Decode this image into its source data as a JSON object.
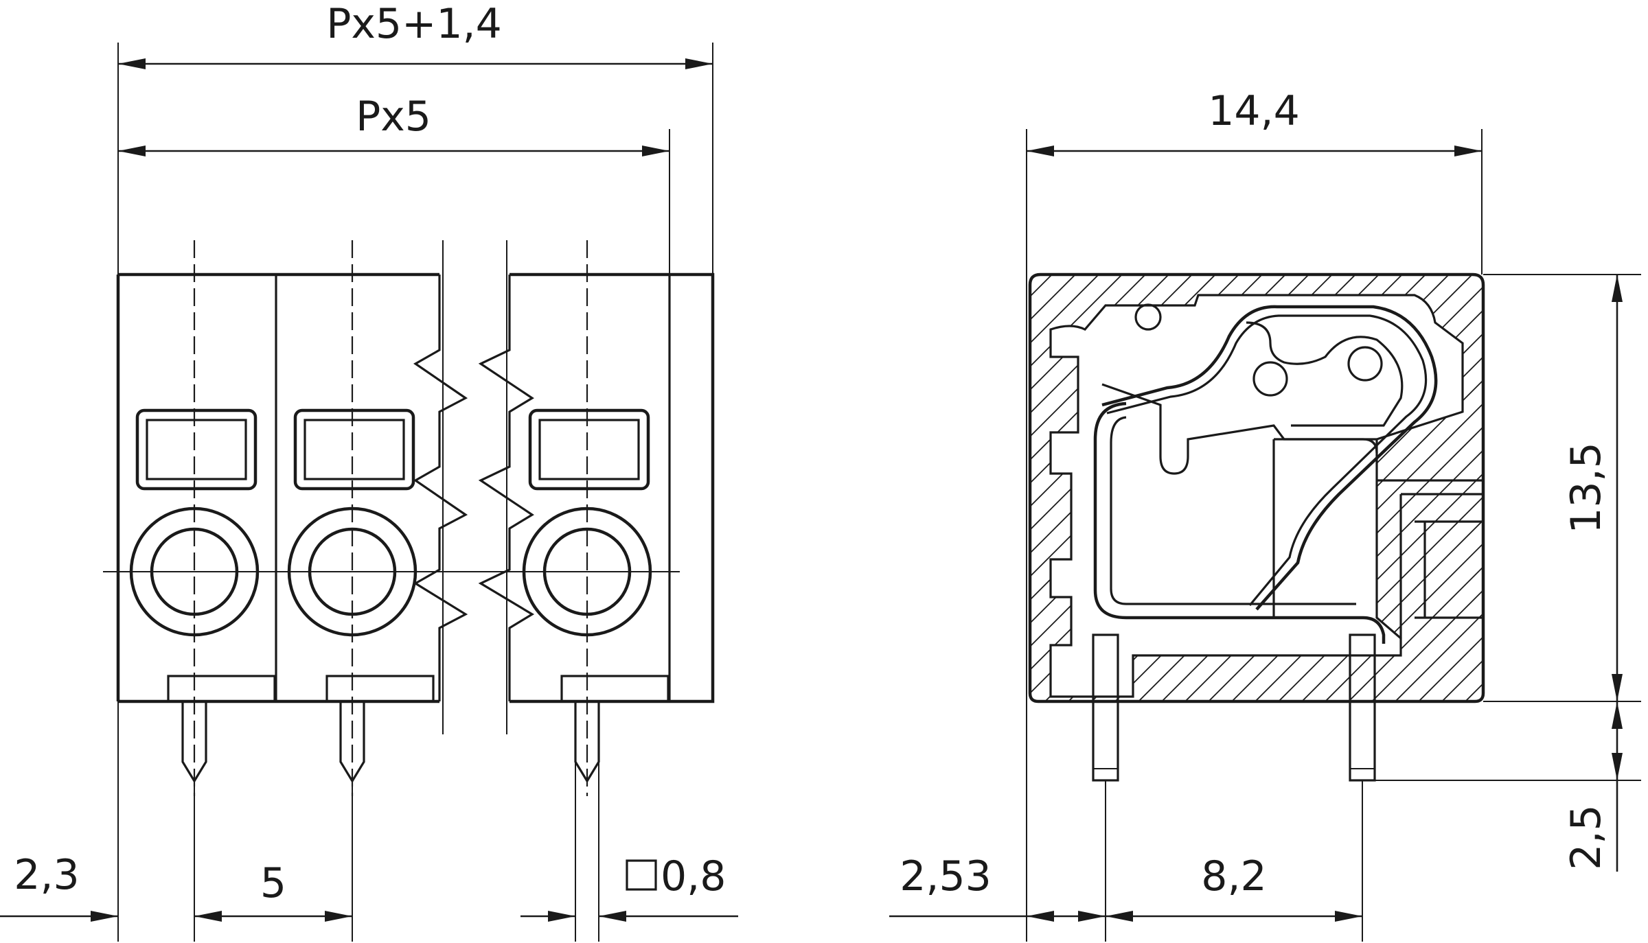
{
  "front_view": {
    "dims": {
      "overall_width": "Px5+1,4",
      "pitch_total": "Px5",
      "edge_offset": "2,3",
      "pitch": "5",
      "pin_size": "0,8"
    }
  },
  "side_view": {
    "dims": {
      "depth": "14,4",
      "height": "13,5",
      "pin_length": "2,5",
      "pin_offset": "2,53",
      "pin_spacing": "8,2"
    }
  }
}
